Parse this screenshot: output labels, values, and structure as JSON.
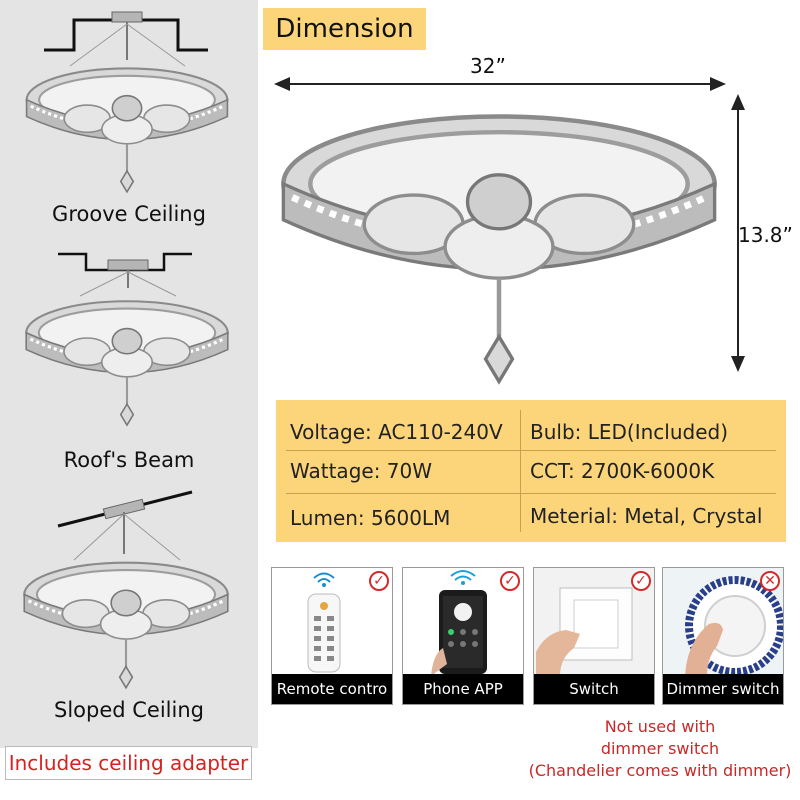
{
  "mounting": [
    {
      "label": "Groove Ceiling"
    },
    {
      "label": "Roof's Beam"
    },
    {
      "label": "Sloped Ceiling"
    }
  ],
  "adapter_note": "Includes ceiling adapter",
  "dimension": {
    "title": "Dimension",
    "width": "32”",
    "height": "13.8”"
  },
  "specs": {
    "voltage": "Voltage: AC110-240V",
    "bulb": "Bulb: LED(Included)",
    "wattage": "Wattage: 70W",
    "cct": "CCT: 2700K-6000K",
    "lumen": "Lumen: 5600LM",
    "material": "Meterial: Metal, Crystal"
  },
  "controls": [
    {
      "label": "Remote contro",
      "badge": "✓",
      "icon": "remote-control-icon"
    },
    {
      "label": "Phone APP",
      "badge": "✓",
      "icon": "phone-app-icon"
    },
    {
      "label": "Switch",
      "badge": "✓",
      "icon": "wall-switch-icon"
    },
    {
      "label": "Dimmer switch",
      "badge": "✕",
      "icon": "dimmer-knob-icon"
    }
  ],
  "dimmer_note": {
    "line1": "Not used with",
    "line2": "dimmer switch",
    "line3": "(Chandelier comes with dimmer)"
  },
  "colors": {
    "accent": "#fcd57a",
    "warning": "#d62222",
    "panel": "#e4e4e4"
  }
}
